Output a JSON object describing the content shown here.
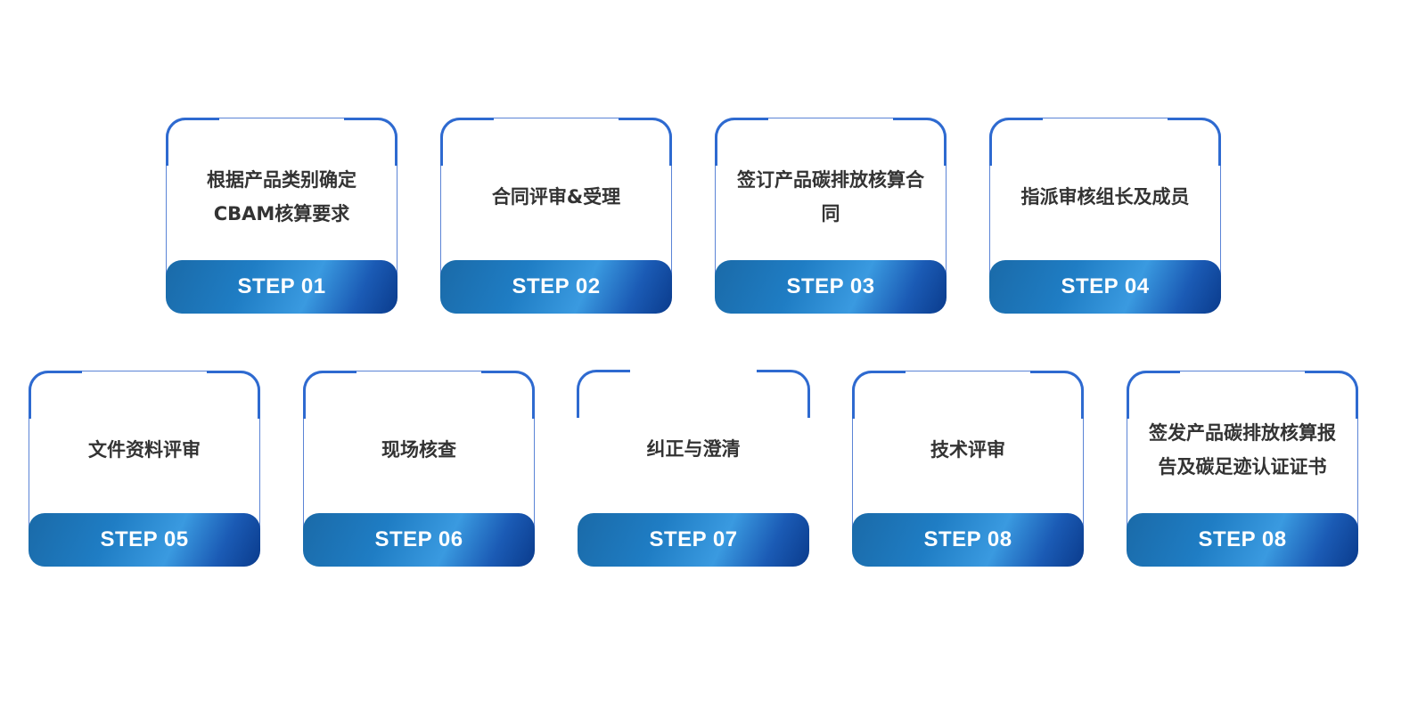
{
  "row1": [
    {
      "text": "根据产品类别确定CBAM核算要求",
      "lines": [
        "根据产品类别确定",
        "CBAM核算要求"
      ],
      "step": "STEP 01"
    },
    {
      "text": "合同评审&受理",
      "lines": [
        "合同评审&受理"
      ],
      "step": "STEP 02"
    },
    {
      "text": "签订产品碳排放核算合同",
      "lines": [
        "签订产品碳排放核算合",
        "同"
      ],
      "step": "STEP 03"
    },
    {
      "text": "指派审核组长及成员",
      "lines": [
        "指派审核组长及成员"
      ],
      "step": "STEP 04"
    }
  ],
  "row2": [
    {
      "text": "文件资料评审",
      "lines": [
        "文件资料评审"
      ],
      "step": "STEP 05"
    },
    {
      "text": "现场核查",
      "lines": [
        "现场核查"
      ],
      "step": "STEP 06"
    },
    {
      "text": "纠正与澄清",
      "lines": [
        "纠正与澄清"
      ],
      "step": "STEP 07"
    },
    {
      "text": "技术评审",
      "lines": [
        "技术评审"
      ],
      "step": "STEP 08"
    },
    {
      "text": "签发产品碳排放核算报告及碳足迹认证证书",
      "lines": [
        "签发产品碳排放核算报",
        "告及碳足迹认证证书"
      ],
      "step": "STEP 08"
    }
  ],
  "colors": {
    "accent": "#2e6ad0",
    "border": "#5b84d6",
    "text": "#333333",
    "step_gradient_start": "#1a6aa8",
    "step_gradient_end": "#0a3b8c"
  }
}
